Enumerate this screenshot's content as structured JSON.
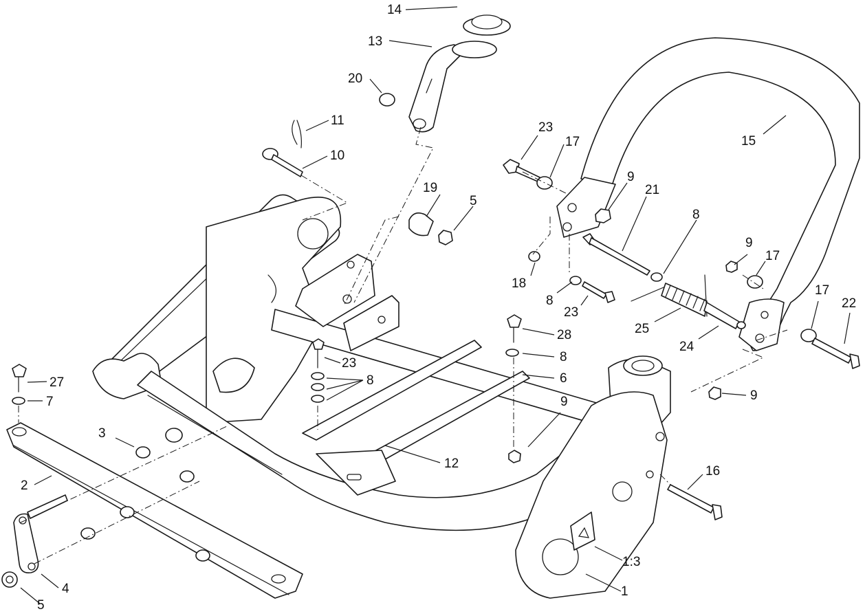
{
  "callouts": [
    {
      "id": "c14",
      "text": "14"
    },
    {
      "id": "c13",
      "text": "13"
    },
    {
      "id": "c20",
      "text": "20"
    },
    {
      "id": "c11",
      "text": "11"
    },
    {
      "id": "c10",
      "text": "10"
    },
    {
      "id": "c19",
      "text": "19"
    },
    {
      "id": "c5a",
      "text": "5"
    },
    {
      "id": "c23a",
      "text": "23"
    },
    {
      "id": "c17a",
      "text": "17"
    },
    {
      "id": "c9a",
      "text": "9"
    },
    {
      "id": "c21",
      "text": "21"
    },
    {
      "id": "c15",
      "text": "15"
    },
    {
      "id": "c8a",
      "text": "8"
    },
    {
      "id": "c9b",
      "text": "9"
    },
    {
      "id": "c17b",
      "text": "17"
    },
    {
      "id": "c18",
      "text": "18"
    },
    {
      "id": "c8b",
      "text": "8"
    },
    {
      "id": "c23b",
      "text": "23"
    },
    {
      "id": "c25",
      "text": "25"
    },
    {
      "id": "c24",
      "text": "24"
    },
    {
      "id": "c17c",
      "text": "17"
    },
    {
      "id": "c22",
      "text": "22"
    },
    {
      "id": "c28",
      "text": "28"
    },
    {
      "id": "c8c",
      "text": "8"
    },
    {
      "id": "c6",
      "text": "6"
    },
    {
      "id": "c23c",
      "text": "23"
    },
    {
      "id": "c8d",
      "text": "8"
    },
    {
      "id": "c9c",
      "text": "9"
    },
    {
      "id": "c9d",
      "text": "9"
    },
    {
      "id": "c27",
      "text": "27"
    },
    {
      "id": "c7",
      "text": "7"
    },
    {
      "id": "c3",
      "text": "3"
    },
    {
      "id": "c12",
      "text": "12"
    },
    {
      "id": "c2",
      "text": "2"
    },
    {
      "id": "c16",
      "text": "16"
    },
    {
      "id": "c13b",
      "text": "1:3"
    },
    {
      "id": "c1",
      "text": "1"
    },
    {
      "id": "c4",
      "text": "4"
    },
    {
      "id": "c5b",
      "text": "5"
    }
  ]
}
